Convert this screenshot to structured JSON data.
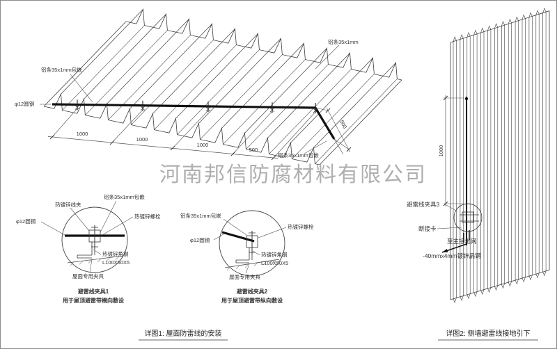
{
  "watermark": "河南邦信防腐材料有限公司",
  "colors": {
    "annotation_red": "#c00000",
    "line": "#3c3c3c",
    "watermark_gray": "#9c9c9c"
  },
  "main_view": {
    "labels": {
      "alu_strip_top": "铝条35x1mm包嵌",
      "alu_strip_right": "铝条35x1mm",
      "alu_strip_bottom": "铝条35x1mm包嵌",
      "round_steel": "φ12圆钢"
    },
    "dims": [
      "1000",
      "1000",
      "1000",
      "500",
      "500"
    ]
  },
  "detail1": {
    "labels": {
      "wire_clip": "热镀锌线夹",
      "alu_strip": "铝条35x1mm包嵌",
      "bolt": "热镀锌螺栓",
      "round_steel": "φ12圆钢",
      "angle_steel": "热镀锌角钢",
      "angle_spec": "L100X50X5",
      "roof_clamp": "屋面专用夹具"
    },
    "title": "避雷线夹具1",
    "subtitle": "用于屋顶避雷带横向敷设"
  },
  "detail2": {
    "labels": {
      "alu_strip": "铝条35x1mm包嵌",
      "bolt": "热镀锌螺栓",
      "round_steel": "φ12圆钢",
      "angle_steel": "热镀锌角钢",
      "angle_spec": "L100X50X5",
      "roof_clamp": "屋面专用夹具"
    },
    "title": "避雷线夹具2",
    "subtitle": "用于屋顶避雷带纵向敷设"
  },
  "side_view": {
    "dim": "1000",
    "labels": {
      "clamp3": "避雷线夹具3",
      "disconnect_clamp": "断接卡",
      "to_ground": "至主接地网",
      "flat_steel": "-40mmx4mm镀锌扁钢"
    }
  },
  "captions": {
    "fig1": "详图1: 屋面防雷线的安装",
    "fig2": "详图2: 侧墙避雷线接地引下"
  }
}
